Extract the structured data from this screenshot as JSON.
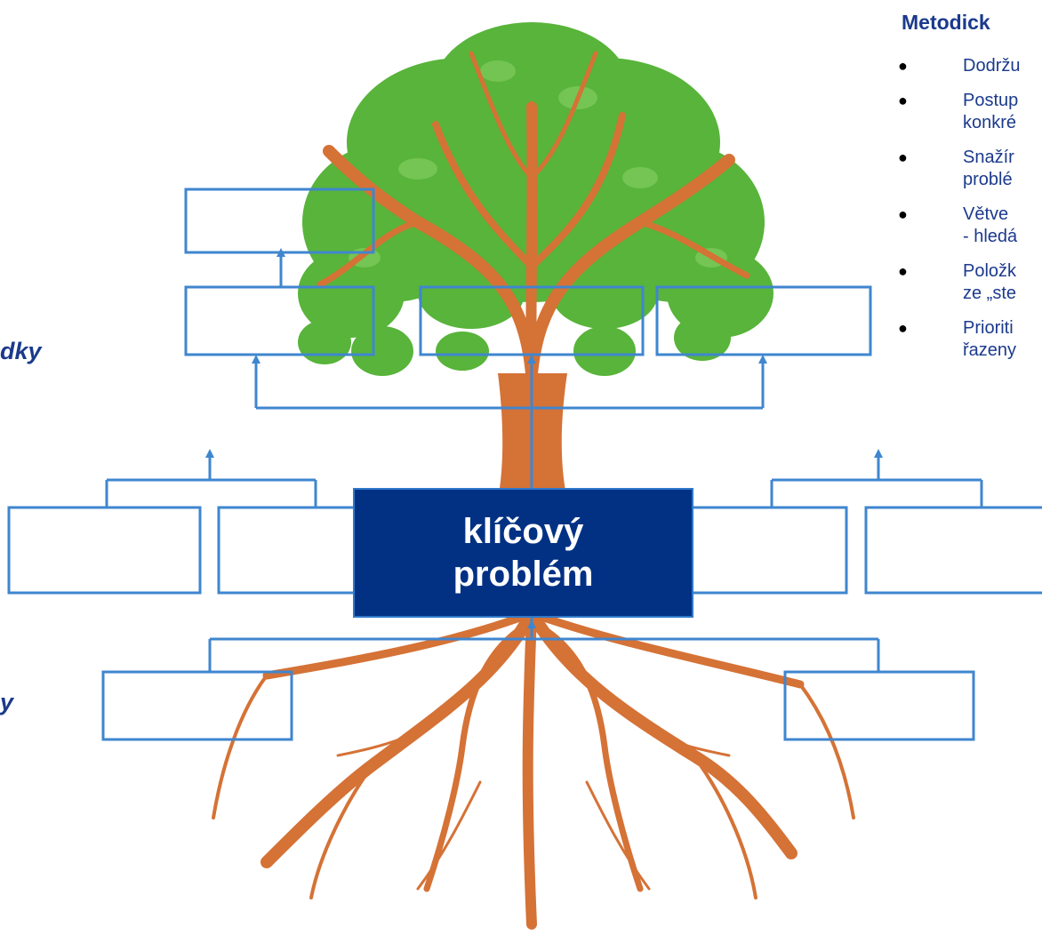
{
  "key_problem": {
    "line1": "klíčový",
    "line2": "problém"
  },
  "side_labels": {
    "upper": "dky",
    "lower": "y"
  },
  "panel": {
    "title": "Metodick",
    "items": [
      {
        "line1": "Dodržu",
        "line2": ""
      },
      {
        "line1": "Postup",
        "line2": "konkré"
      },
      {
        "line1": "Snažír",
        "line2": "problé"
      },
      {
        "line1": "Větve",
        "line2": "- hledá"
      },
      {
        "line1": "Položk",
        "line2": "ze „ste"
      },
      {
        "line1": "Prioriti",
        "line2": "řazeny"
      }
    ]
  },
  "colors": {
    "trunk": "#d57236",
    "leaves": "#58b43a",
    "box_border": "#3f86cf",
    "key_box": "#023184",
    "text_blue": "#1b3a8c"
  }
}
